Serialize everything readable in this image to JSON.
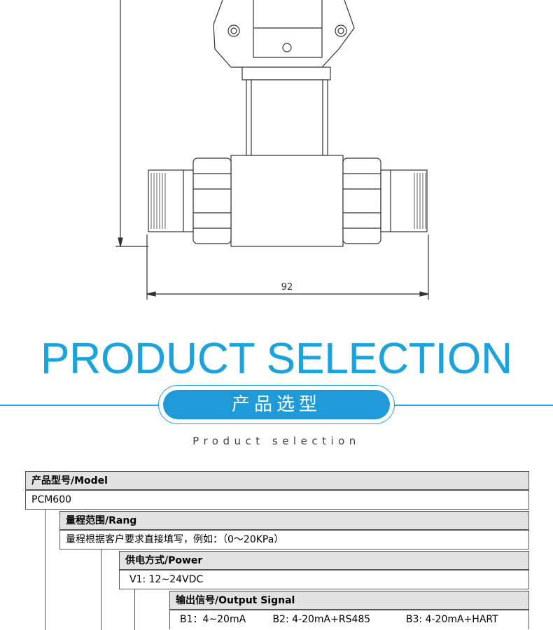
{
  "drawing": {
    "dimension_label": "92"
  },
  "section": {
    "title": "PRODUCT SELECTION",
    "badge": "产品选型",
    "subtitle": "Product selection"
  },
  "selection": {
    "model": {
      "header": "产品型号/Model",
      "value": "PCM600"
    },
    "range": {
      "header": "量程范围/Rang",
      "value": "量程根据客户要求直接填写，例如：（0～20KPa）"
    },
    "power": {
      "header": "供电方式/Power",
      "value": "V1:  12~24VDC"
    },
    "output": {
      "header": "输出信号/Output Signal",
      "options": [
        "B1：4~20mA",
        "B2:  4-20mA+RS485",
        "B3:  4-20mA+HART"
      ]
    }
  }
}
